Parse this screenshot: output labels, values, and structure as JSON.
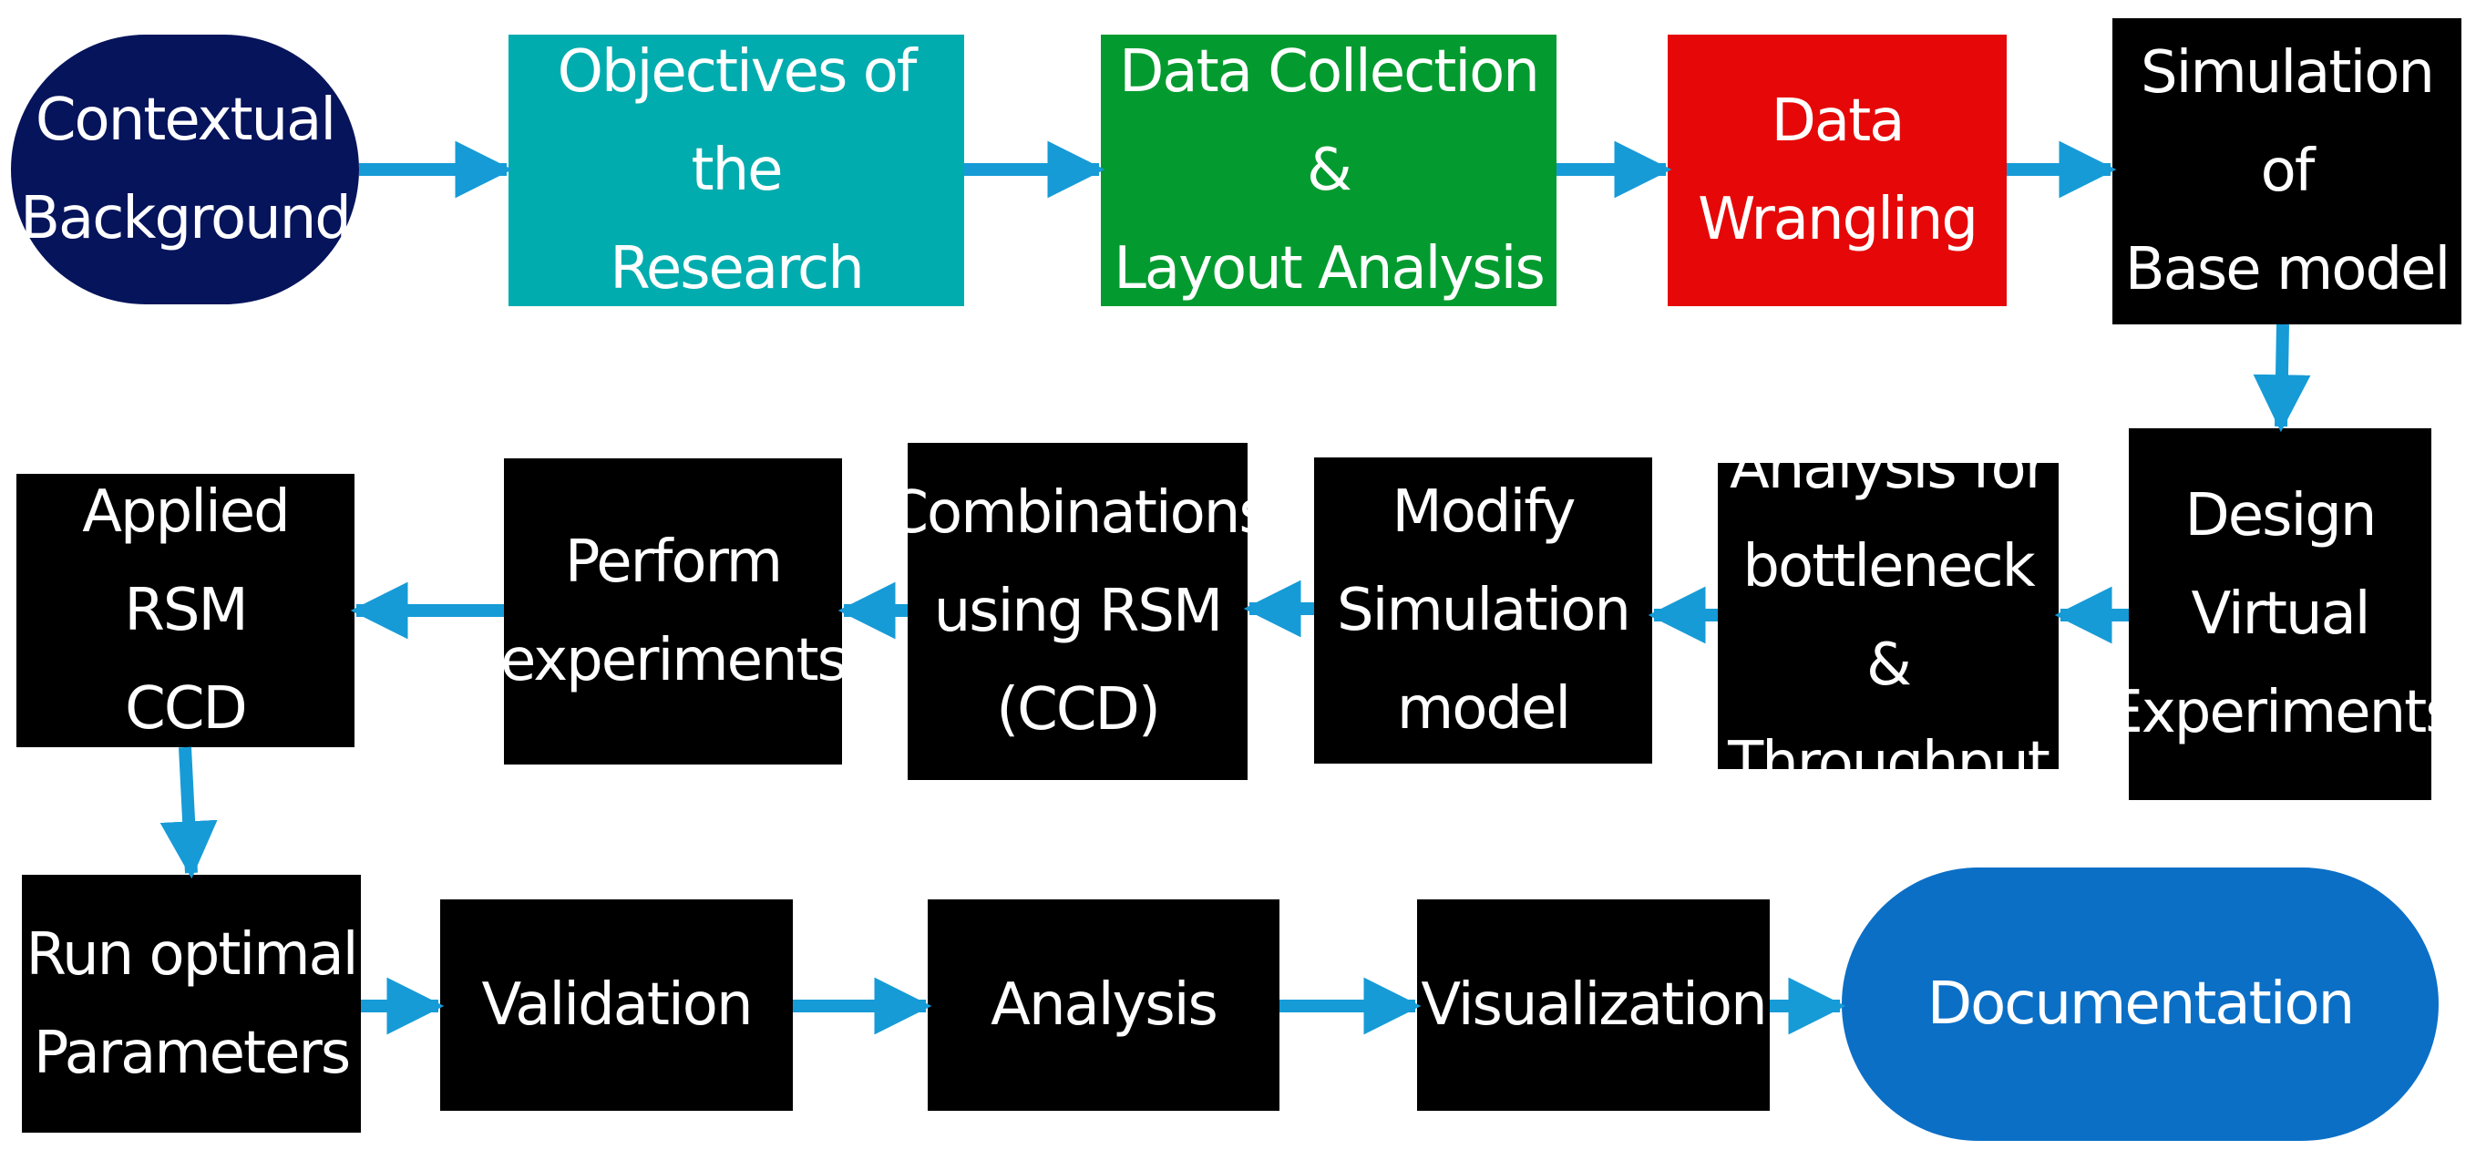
{
  "colors": {
    "navy": "#06145C",
    "teal": "#00ACAE",
    "green": "#039B2F",
    "red": "#E60808",
    "black": "#000000",
    "blue": "#0B6FC6",
    "arrow": "#169BD7"
  },
  "steps": {
    "contextual": "Contextual\nBackground",
    "objectives": "Objectives of the\nResearch",
    "data_collection": "Data Collection &\nLayout Analysis",
    "wrangling": "Data\nWrangling",
    "base_sim": "Simulation of\nBase model",
    "design": "Design\nVirtual\nExperiments",
    "analysis_bottleneck": "Analysis for\nbottleneck &\nThroughput",
    "modify": "Modify\nSimulation\nmodel",
    "combinations": "Combinations\nusing RSM\n(CCD)",
    "perform": "Perform\nexperiments",
    "applied_rsm": "Applied RSM\nCCD",
    "run_optimal": "Run optimal\nParameters",
    "validation": "Validation",
    "analysis": "Analysis",
    "visualization": "Visualization",
    "documentation": "Documentation"
  }
}
